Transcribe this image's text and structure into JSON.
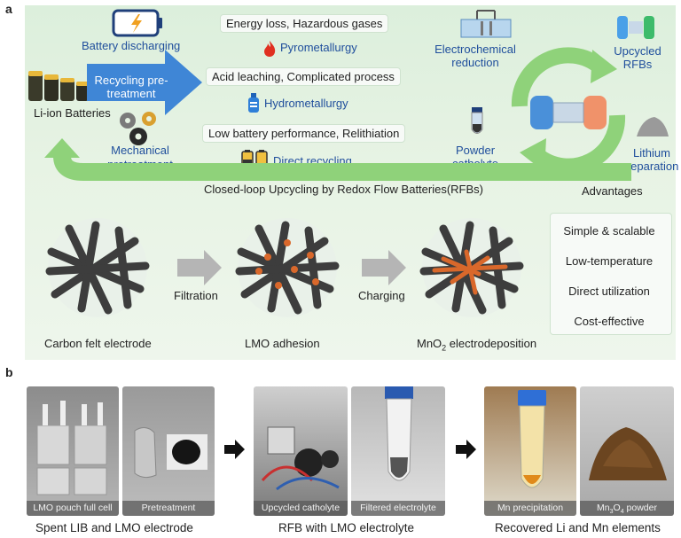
{
  "panel_a": {
    "label": "a",
    "battery_discharging": "Battery discharging",
    "recycling_pretreatment": "Recycling pre-treatment",
    "li_ion": "Li-ion Batteries",
    "mechanical_pretreatment": "Mechanical pretreatment",
    "methods": [
      {
        "issue": "Energy loss, Hazardous gases",
        "name": "Pyrometallurgy"
      },
      {
        "issue": "Acid leaching, Complicated process",
        "name": "Hydrometallurgy"
      },
      {
        "issue": "Low battery performance, Relithiation",
        "name": "Direct recycling"
      }
    ],
    "electrochemical_reduction": "Electrochemical reduction",
    "upcycled_rfbs": "Upcycled RFBs",
    "powder_catholyte": "Powder catholyte",
    "lithium_separation": "Lithium separation",
    "closed_loop": "Closed-loop Upcycling by Redox Flow Batteries(RFBs)",
    "advantages_title": "Advantages",
    "advantages": [
      "Simple & scalable",
      "Low-temperature",
      "Direct utilization",
      "Cost-effective"
    ],
    "steps": [
      "Carbon felt electrode",
      "LMO adhesion",
      "MnO",
      "2",
      " electrodeposition"
    ],
    "arrows": [
      "Filtration",
      "Charging"
    ]
  },
  "panel_b": {
    "label": "b",
    "photos": [
      "LMO pouch full cell",
      "Pretreatment",
      "Upcycled catholyte",
      "Filtered electrolyte",
      "Mn precipitation",
      "Mn",
      "3",
      "O",
      "4",
      " powder"
    ],
    "groups": [
      "Spent LIB and LMO electrode",
      "RFB with LMO electrolyte",
      "Recovered Li and Mn elements"
    ]
  },
  "colors": {
    "panel_bg": "#e2f1df",
    "arrow_green": "#8fd27a",
    "arrow_blue": "#3f86d6",
    "orange": "#d9682b",
    "fiber": "#3d3d3d"
  }
}
